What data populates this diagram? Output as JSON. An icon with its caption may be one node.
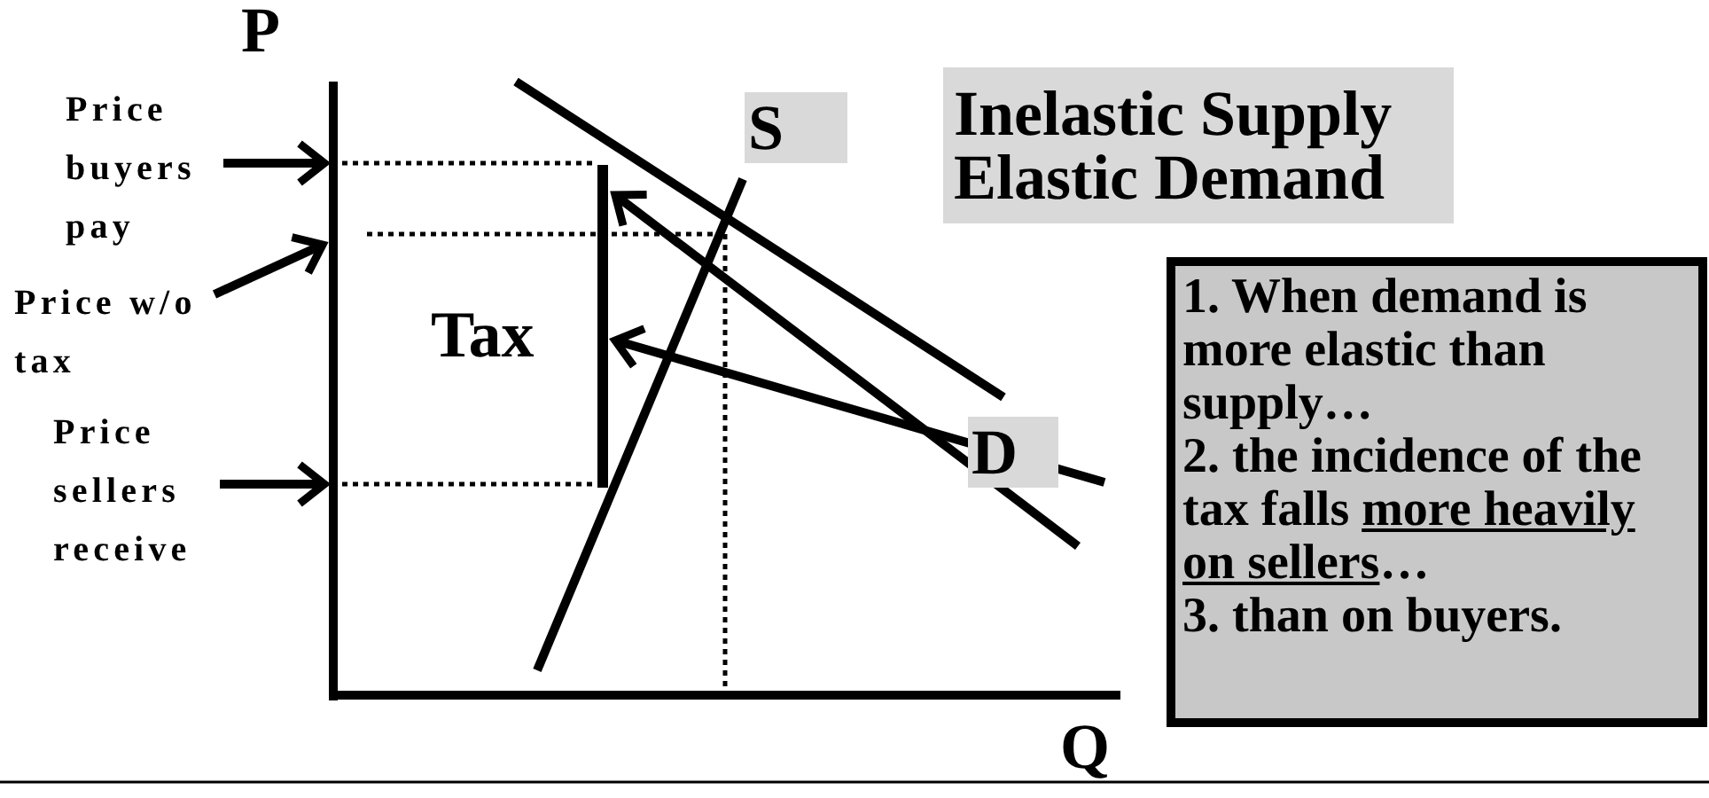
{
  "diagram": {
    "nodes": [
      {
        "text": [
          "Price buyers pay"
        ]
      },
      {
        "text": [
          "Price w/o tax"
        ]
      },
      {
        "text": [
          "Price sellers receive"
        ]
      },
      {
        "text": [],
        "shape": "bar",
        "beside": [
          "Tax"
        ]
      },
      {
        "text": [
          "S"
        ]
      },
      {
        "text": [
          "Inelastic Supply Elastic Demand"
        ]
      },
      {
        "text": [
          "D"
        ]
      },
      {
        "text": [
          "1. When demand is more elastic than supply…",
          "2. the incidence of the tax falls *more heavily on sellers*…",
          "3. than on buyers."
        ]
      }
    ],
    "edges": [
      {
        "from": 0,
        "to": null,
        "arrow": "to"
      },
      {
        "from": 1,
        "to": null,
        "arrow": "to"
      },
      {
        "from": 2,
        "to": null,
        "arrow": "to"
      },
      {
        "from": null,
        "to": 3,
        "arrow": "to"
      },
      {
        "from": null,
        "to": 3,
        "arrow": "to"
      }
    ],
    "labels": [
      "P",
      "Q"
    ]
  }
}
